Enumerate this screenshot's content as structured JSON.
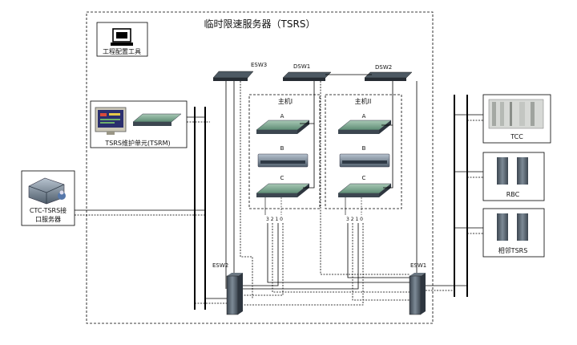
{
  "diagram": {
    "title": "临时限速服务器（TSRS）",
    "config_tool": "工程配置工具",
    "maintenance_unit": "TSRS维护单元(TSRM)",
    "ctc_server_line1": "CTC-TSRS接",
    "ctc_server_line2": "口服务器",
    "switches": {
      "esw3": "ESW3",
      "dsw1": "DSW1",
      "dsw2": "DSW2",
      "esw2": "ESW2",
      "esw1": "ESW1"
    },
    "host1": {
      "label": "主机I",
      "units": [
        "A",
        "B",
        "C"
      ],
      "ports": "3 2  1 0"
    },
    "host2": {
      "label": "主机II",
      "units": [
        "A",
        "B",
        "C"
      ],
      "ports": "3 2  1 0"
    },
    "right_systems": {
      "tcc": "TCC",
      "rbc": "RBC",
      "tsrs_adj": "相邻TSRS"
    }
  },
  "colors": {
    "line": "#000000",
    "rack": "#5f6a74",
    "server_top": "#6f9c84",
    "server_dark": "#4a5560",
    "screen": "#2b2f6e"
  }
}
